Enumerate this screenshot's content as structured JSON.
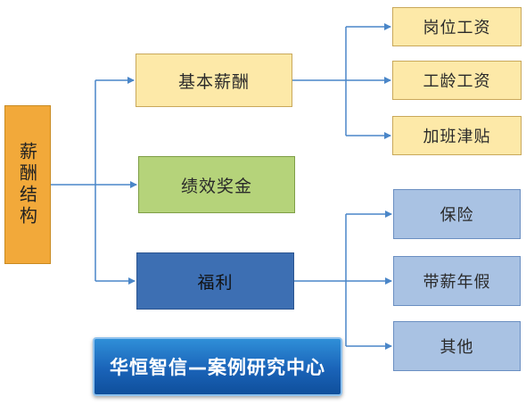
{
  "root": {
    "label": "薪酬结构"
  },
  "branches": {
    "basic_salary": "基本薪酬",
    "bonus": "绩效奖金",
    "welfare": "福利"
  },
  "basic_children": [
    "岗位工资",
    "工龄工资",
    "加班津贴"
  ],
  "welfare_children": [
    "保险",
    "带薪年假",
    "其他"
  ],
  "banner": {
    "text": "华恒智信—案例研究中心"
  },
  "colors": {
    "root": "#f2a93a",
    "light_yellow": "#fde9a8",
    "green": "#b5d37a",
    "blue": "#3d6fb3",
    "light_blue": "#a9c2e3",
    "connector": "#4a86c8"
  }
}
